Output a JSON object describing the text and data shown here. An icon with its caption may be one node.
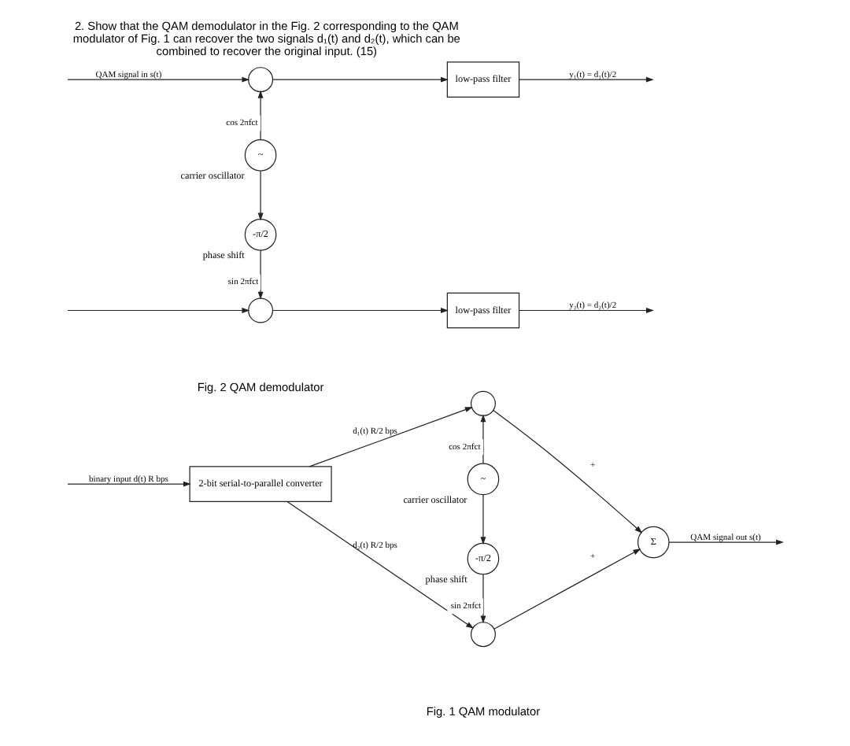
{
  "diagram": {
    "title": "2. Show that the QAM demodulator in the Fig. 2 corresponding to the QAM modulator of Fig. 1 can recover the two signals d₁(t) and d₂(t), which can be combined to recover the original input. (15)",
    "nodes": [
      {
        "text": [
          "2-bit serial-to-parallel converter"
        ]
      },
      {
        "text": [],
        "shape": "circle"
      },
      {
        "text": [
          "~"
        ],
        "beside": [
          "carrier oscillator"
        ]
      },
      {
        "text": [
          "-π/2"
        ],
        "beside": [
          "phase shift"
        ]
      },
      {
        "text": [],
        "shape": "circle"
      },
      {
        "text": [
          "Σ"
        ]
      },
      {
        "text": [],
        "shape": "circle"
      },
      {
        "text": [
          "~"
        ],
        "beside": [
          "carrier oscillator"
        ]
      },
      {
        "text": [
          "-π/2"
        ],
        "beside": [
          "phase shift"
        ]
      },
      {
        "text": [],
        "shape": "circle"
      },
      {
        "text": [
          "low-pass filter"
        ]
      },
      {
        "text": [
          "low-pass filter"
        ]
      }
    ],
    "edges": [
      {
        "from": null,
        "to": 0,
        "arrow": "to",
        "label": "binary input d(t) R bps"
      },
      {
        "from": 0,
        "to": 1,
        "arrow": "to",
        "label": "d₁(t) R/2 bps"
      },
      {
        "from": 0,
        "to": 4,
        "arrow": "to",
        "label": "d₂(t) R/2 bps"
      },
      {
        "from": 2,
        "to": 1,
        "arrow": "to",
        "label": "cos 2πfct"
      },
      {
        "from": 2,
        "to": 3,
        "arrow": "to"
      },
      {
        "from": 3,
        "to": 4,
        "arrow": "to",
        "label": "sin 2πfct"
      },
      {
        "from": 1,
        "to": 5,
        "arrow": "to",
        "label": "+"
      },
      {
        "from": 4,
        "to": 5,
        "arrow": "to",
        "label": "+"
      },
      {
        "from": 5,
        "to": null,
        "arrow": "to",
        "label": "QAM signal out s(t)"
      },
      {
        "from": null,
        "to": 6,
        "arrow": "to",
        "label": "QAM signal in s(t)"
      },
      {
        "from": null,
        "to": 9,
        "arrow": "to"
      },
      {
        "from": 7,
        "to": 6,
        "arrow": "to",
        "label": "cos 2πfct"
      },
      {
        "from": 7,
        "to": 8,
        "arrow": "to"
      },
      {
        "from": 8,
        "to": 9,
        "arrow": "to",
        "label": "sin 2πfct"
      },
      {
        "from": 6,
        "to": 10,
        "arrow": "to"
      },
      {
        "from": 9,
        "to": 11,
        "arrow": "to"
      },
      {
        "from": 10,
        "to": null,
        "arrow": "to",
        "label": "y₁(t) = d₁(t)/2"
      },
      {
        "from": 11,
        "to": null,
        "arrow": "to",
        "label": "y₂(t) = d₂(t)/2"
      }
    ],
    "labels": [
      "Fig. 1 QAM modulator",
      "Fig. 2 QAM demodulator"
    ]
  }
}
